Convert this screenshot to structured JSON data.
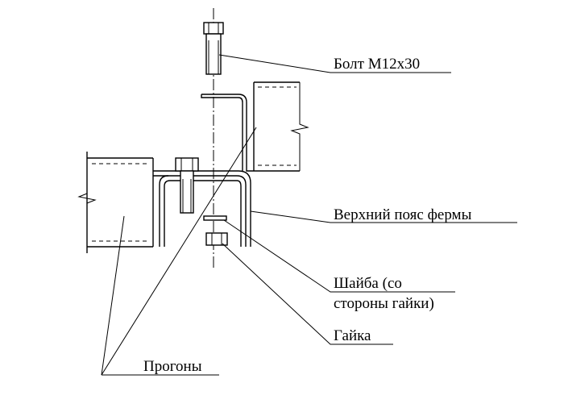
{
  "labels": {
    "bolt": "Болт М12х30",
    "top_chord": "Верхний пояс фермы",
    "washer_line1": "Шайба (со",
    "washer_line2": "стороны гайки)",
    "nut": "Гайка",
    "purlins": "Прогоны"
  }
}
